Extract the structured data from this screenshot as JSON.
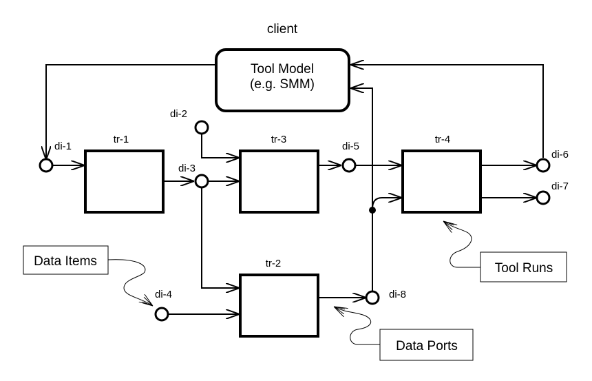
{
  "diagram": {
    "client_label": "client",
    "tool_model": {
      "line1": "Tool Model",
      "line2": "(e.g. SMM)"
    },
    "tool_runs": [
      "tr-1",
      "tr-2",
      "tr-3",
      "tr-4"
    ],
    "data_items": [
      "di-1",
      "di-2",
      "di-3",
      "di-4",
      "di-5",
      "di-6",
      "di-7",
      "di-8"
    ],
    "annotations": {
      "data_items": "Data Items",
      "data_ports": "Data Ports",
      "tool_runs": "Tool Runs"
    },
    "colors": {
      "stroke": "#000000",
      "background": "#ffffff"
    }
  }
}
